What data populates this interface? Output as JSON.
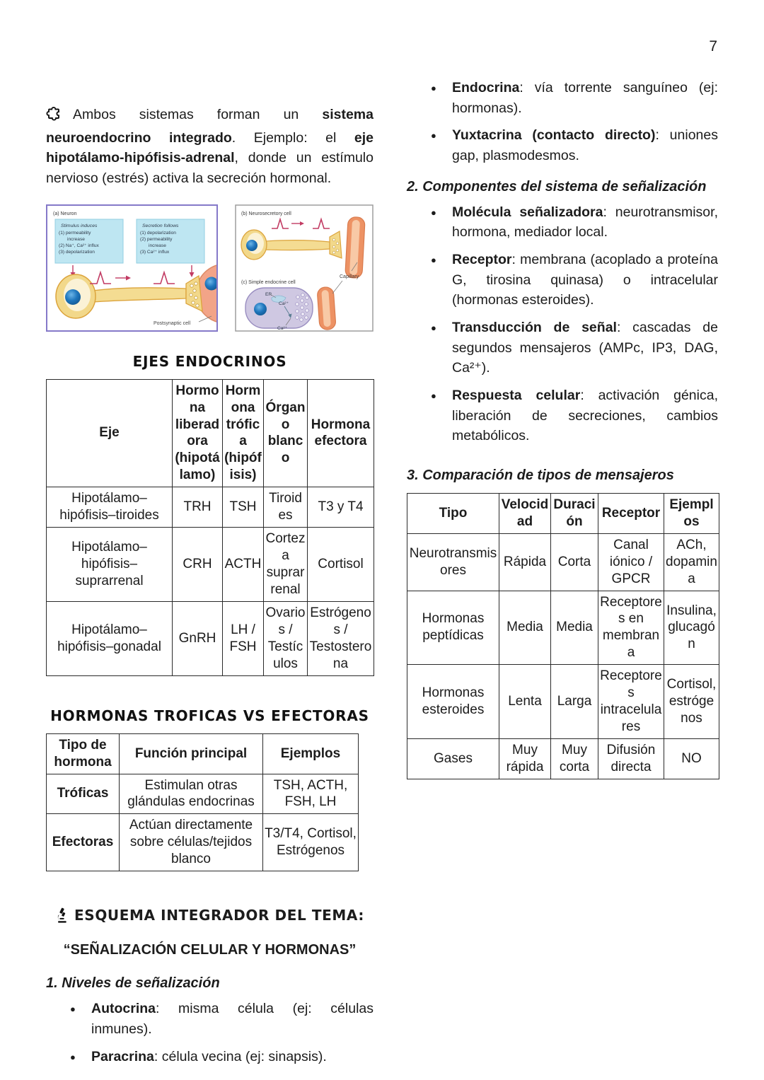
{
  "page_number": "7",
  "left": {
    "intro": {
      "s0": "Ambos sistemas forman un ",
      "s1": "sistema neuroendocrino integrado",
      "s2": ". Ejemplo: el ",
      "s3": "eje hipotálamo-hipófisis-adrenal",
      "s4": ", donde un estímulo nervioso (estrés) activa la secreción hormonal."
    }
  },
  "figures": {
    "neuron": {
      "caption": "(a)   Neuron",
      "box1_title": "Stimulus induces",
      "box1_lines": [
        "(1) permeability",
        "increase",
        "(2) Na⁺, Ca²⁺ influx",
        "(3) depolarization"
      ],
      "box2_title": "Secretion follows",
      "box2_lines": [
        "(1) depolarization",
        "(2) permeability",
        "increase",
        "(3) Ca²⁺ influx"
      ],
      "postsynaptic_label": "Postsynaptic cell"
    },
    "neurosecretory": {
      "caption_b": "(b)   Neurosecretory cell",
      "caption_c": "(c)   Simple endocrine cell",
      "er_label": "ER",
      "ca_label_1": "Ca²⁺",
      "ca_label_2": "Ca²⁺",
      "capillary_label": "Capillary"
    }
  },
  "tables": {
    "ejes": {
      "title": "EJES ENDOCRINOS",
      "headers": [
        "Eje",
        "Hormona liberadora (hipotálamo)",
        "Hormona trófica (hipófisis)",
        "Órgano blanco",
        "Hormona efectora"
      ],
      "rows": [
        [
          "Hipotálamo–hipófisis–tiroides",
          "TRH",
          "TSH",
          "Tiroides",
          "T3 y T4"
        ],
        [
          "Hipotálamo–hipófisis–suprarrenal",
          "CRH",
          "ACTH",
          "Corteza suprarrenal",
          "Cortisol"
        ],
        [
          "Hipotálamo–hipófisis–gonadal",
          "GnRH",
          "LH / FSH",
          "Ovarios / Testículos",
          "Estrógenos / Testosterona"
        ]
      ]
    },
    "troficas": {
      "title": "HORMONAS TROFICAS VS EFECTORAS",
      "headers": [
        "Tipo de hormona",
        "Función principal",
        "Ejemplos"
      ],
      "rows": [
        [
          "Tróficas",
          "Estimulan otras glándulas endocrinas",
          "TSH, ACTH, FSH, LH"
        ],
        [
          "Efectoras",
          "Actúan directamente sobre células/tejidos blanco",
          "T3/T4, Cortisol, Estrógenos"
        ]
      ]
    },
    "mensajeros": {
      "headers": [
        "Tipo",
        "Velocidad",
        "Duración",
        "Receptor",
        "Ejemplos"
      ],
      "rows": [
        [
          "Neurotransmisores",
          "Rápida",
          "Corta",
          "Canal iónico / GPCR",
          "ACh, dopamina"
        ],
        [
          "Hormonas peptídicas",
          "Media",
          "Media",
          "Receptores en membrana",
          "Insulina, glucagón"
        ],
        [
          "Hormonas esteroides",
          "Lenta",
          "Larga",
          "Receptores intracelulares",
          "Cortisol, estrógenos"
        ],
        [
          "Gases",
          "Muy rápida",
          "Muy corta",
          "Difusión directa",
          "NO"
        ]
      ]
    }
  },
  "esquema": {
    "title": "ESQUEMA INTEGRADOR DEL TEMA:",
    "subtitle": "“SEÑALIZACIÓN CELULAR Y HORMONAS”",
    "section1_title": "1. Niveles de señalización",
    "bullets": [
      {
        "bold": "Autocrina",
        "rest": ": misma célula (ej: células inmunes)."
      },
      {
        "bold": "Paracrina",
        "rest": ": célula vecina (ej: sinapsis)."
      }
    ]
  },
  "right": {
    "bullets_top": [
      {
        "bold": "Endocrina",
        "rest": ": vía torrente sanguíneo (ej: hormonas)."
      },
      {
        "bold": "Yuxtacrina (contacto directo)",
        "rest": ": uniones gap, plasmodesmos."
      }
    ],
    "section2_title": "2. Componentes del sistema de señalización",
    "section2_bullets": [
      {
        "bold": "Molécula señalizadora",
        "rest": ": neurotransmisor, hormona, mediador local."
      },
      {
        "bold": "Receptor",
        "rest": ": membrana (acoplado a proteína G, tirosina quinasa) o intracelular (hormonas esteroides)."
      },
      {
        "bold": "Transducción de señal",
        "rest": ": cascadas de segundos mensajeros (AMPc, IP3, DAG, Ca²⁺)."
      },
      {
        "bold": "Respuesta celular",
        "rest": ": activación génica, liberación de secreciones, cambios metabólicos."
      }
    ],
    "section3_title": "3. Comparación de tipos de mensajeros"
  }
}
